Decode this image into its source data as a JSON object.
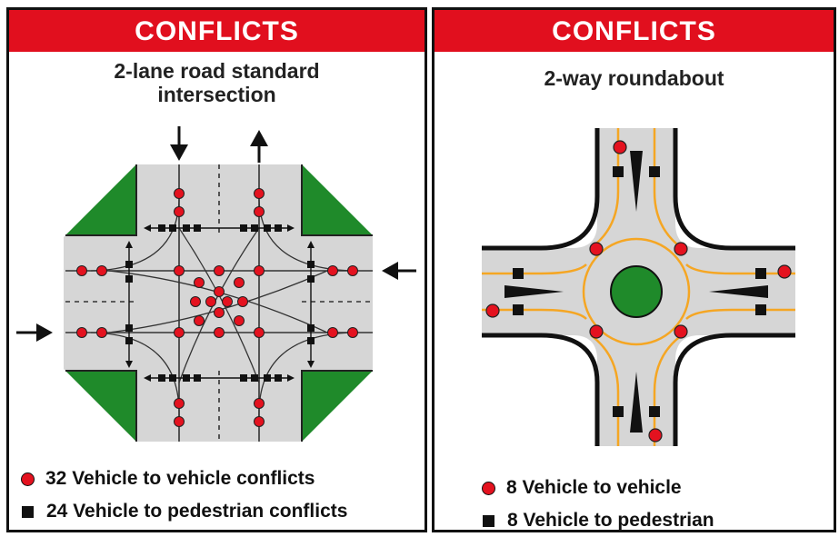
{
  "left_panel": {
    "banner": "CONFLICTS",
    "subtitle_line1": "2-lane road standard",
    "subtitle_line2": "intersection",
    "legend": [
      {
        "symbol": "red-circle",
        "text": "32 Vehicle to vehicle conflicts"
      },
      {
        "symbol": "black-square",
        "text": "24 Vehicle to pedestrian conflicts"
      }
    ]
  },
  "right_panel": {
    "banner": "CONFLICTS",
    "subtitle": "2-way roundabout",
    "legend": [
      {
        "symbol": "red-circle",
        "text": "8 Vehicle to vehicle"
      },
      {
        "symbol": "black-square",
        "text": "8 Vehicle to pedestrian"
      }
    ]
  },
  "colors": {
    "banner_red": "#e10f1e",
    "conflict_red": "#e4121f",
    "road_gray": "#d6d6d6",
    "grass_green": "#1f8a2a",
    "path_orange": "#f5a623"
  }
}
